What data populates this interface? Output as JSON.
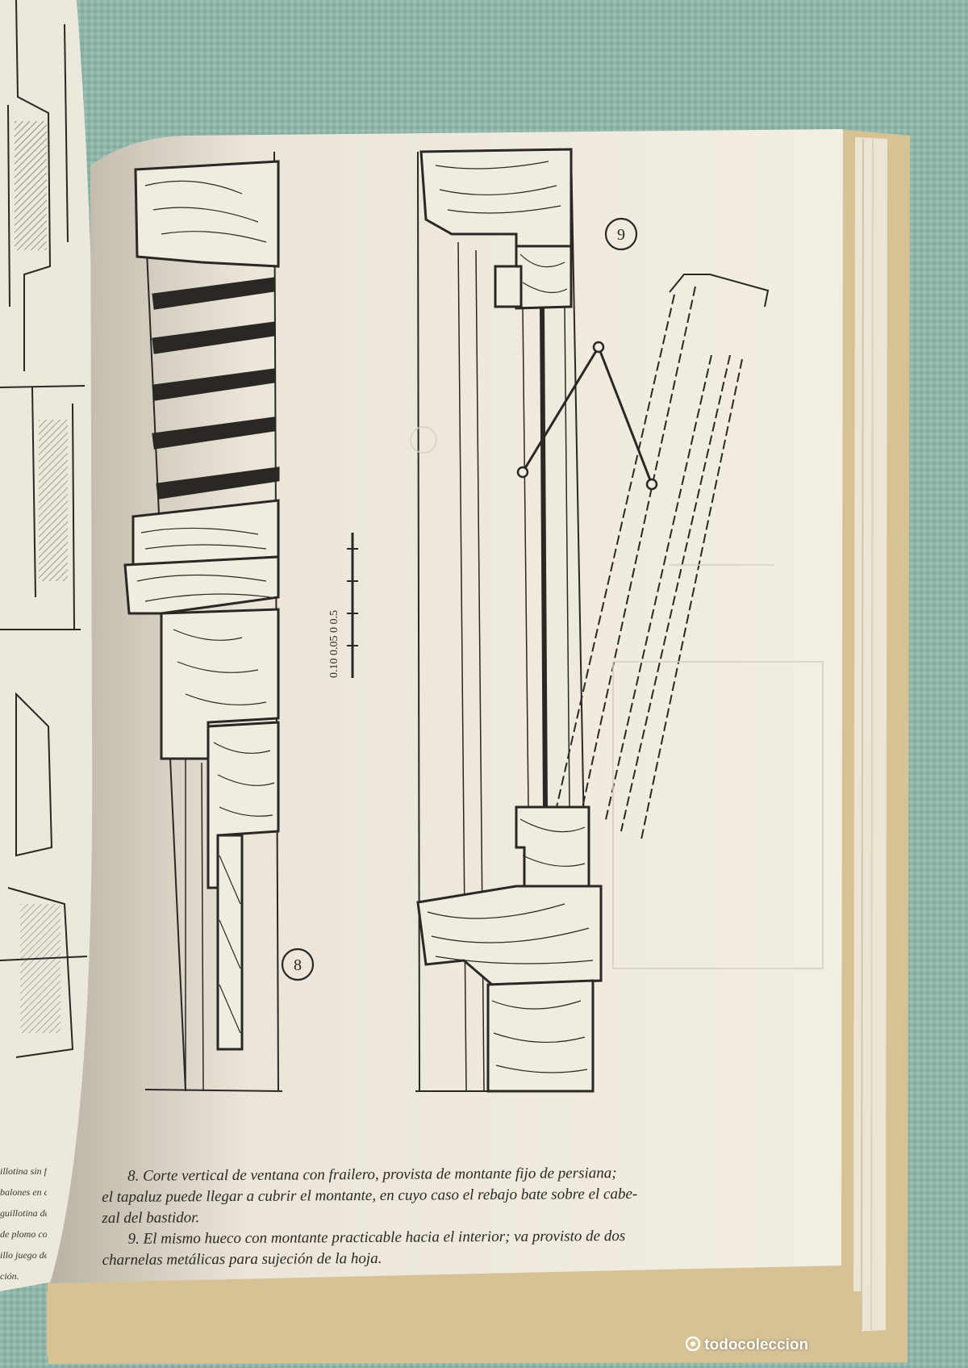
{
  "figure_labels": {
    "fig8": "8",
    "fig9": "9"
  },
  "scale_bar": {
    "label": "0.10 0.05 0 0.5"
  },
  "caption": [
    "8.  Corte vertical de ventana con frailero, provista de montante fijo de persiana;",
    "el tapaluz puede llegar a cubrir el montante, en cuyo caso el rebajo bate sobre el cabe-",
    "zal del bastidor.",
    "9.  El mismo hueco con montante practicable hacia el interior; va provisto de dos",
    "charnelas metálicas para sujeción de la hoja."
  ],
  "left_page_fragments": [
    "illotina sin fraile",
    "balones en cada",
    "guillotina de cont",
    "de plomo con p",
    "illo juego de p",
    "ción."
  ],
  "watermark": {
    "text": "todocoleccion",
    "icon": "todocoleccion-logo-icon"
  },
  "colors": {
    "cloth": "#8fb5a9",
    "page": "#f3eee2",
    "left_page": "#ece8dc",
    "ink": "#2a2724",
    "cover": "#d7c296"
  }
}
